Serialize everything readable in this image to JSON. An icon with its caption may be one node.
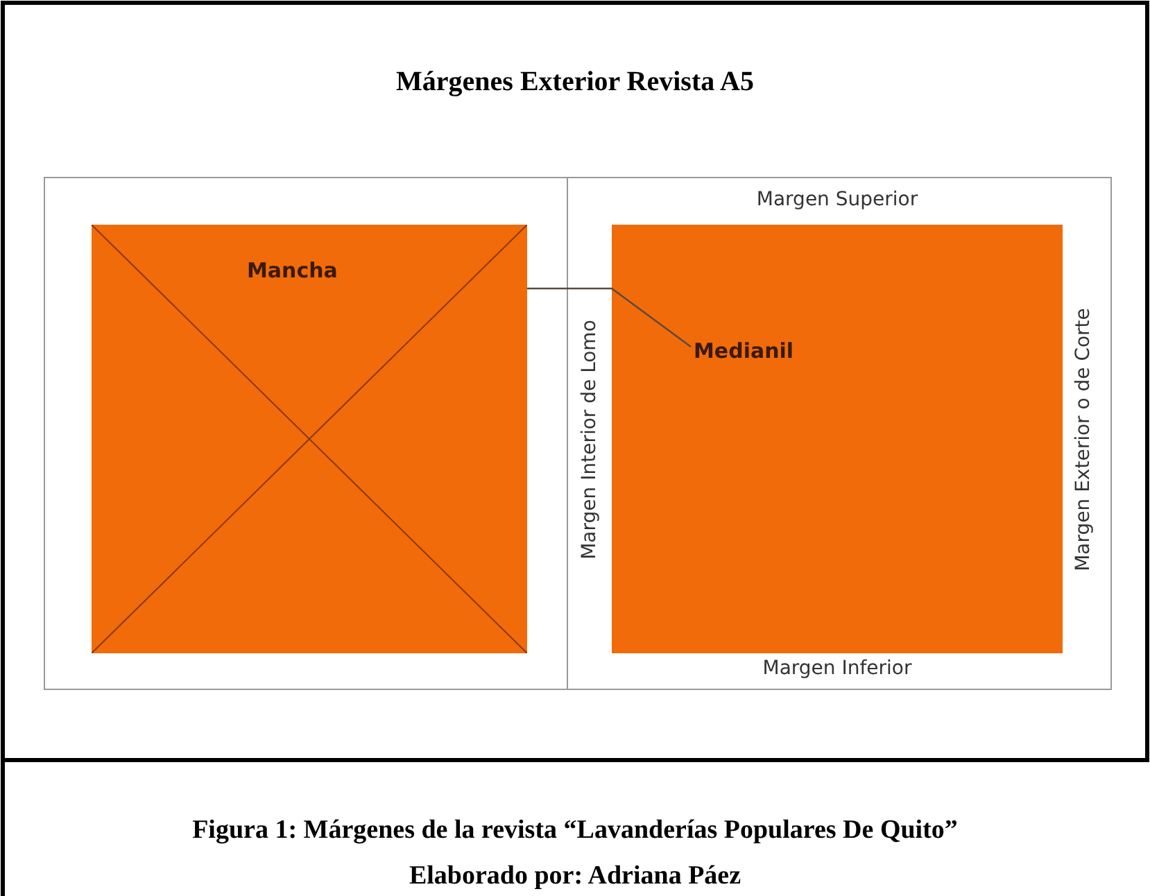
{
  "diagram": {
    "title": "Márgenes Exterior Revista A5",
    "caption": "Figura 1: Márgenes  de la revista “Lavanderías Populares De Quito”",
    "nodes": [
      {
        "text": [
          "Mancha"
        ]
      },
      {
        "text": [],
        "shape": "box"
      },
      {
        "text": [
          "Medianil"
        ],
        "in": 1
      }
    ],
    "edges": [
      {
        "from": 2,
        "to": 0,
        "arrow": "none"
      }
    ],
    "labels": [
      "Margen Superior",
      "Margen Interior de Lomo",
      "Margen Exterior o de Corte",
      "Margen Inferior",
      "Elaborado por: Adriana Páez"
    ]
  }
}
